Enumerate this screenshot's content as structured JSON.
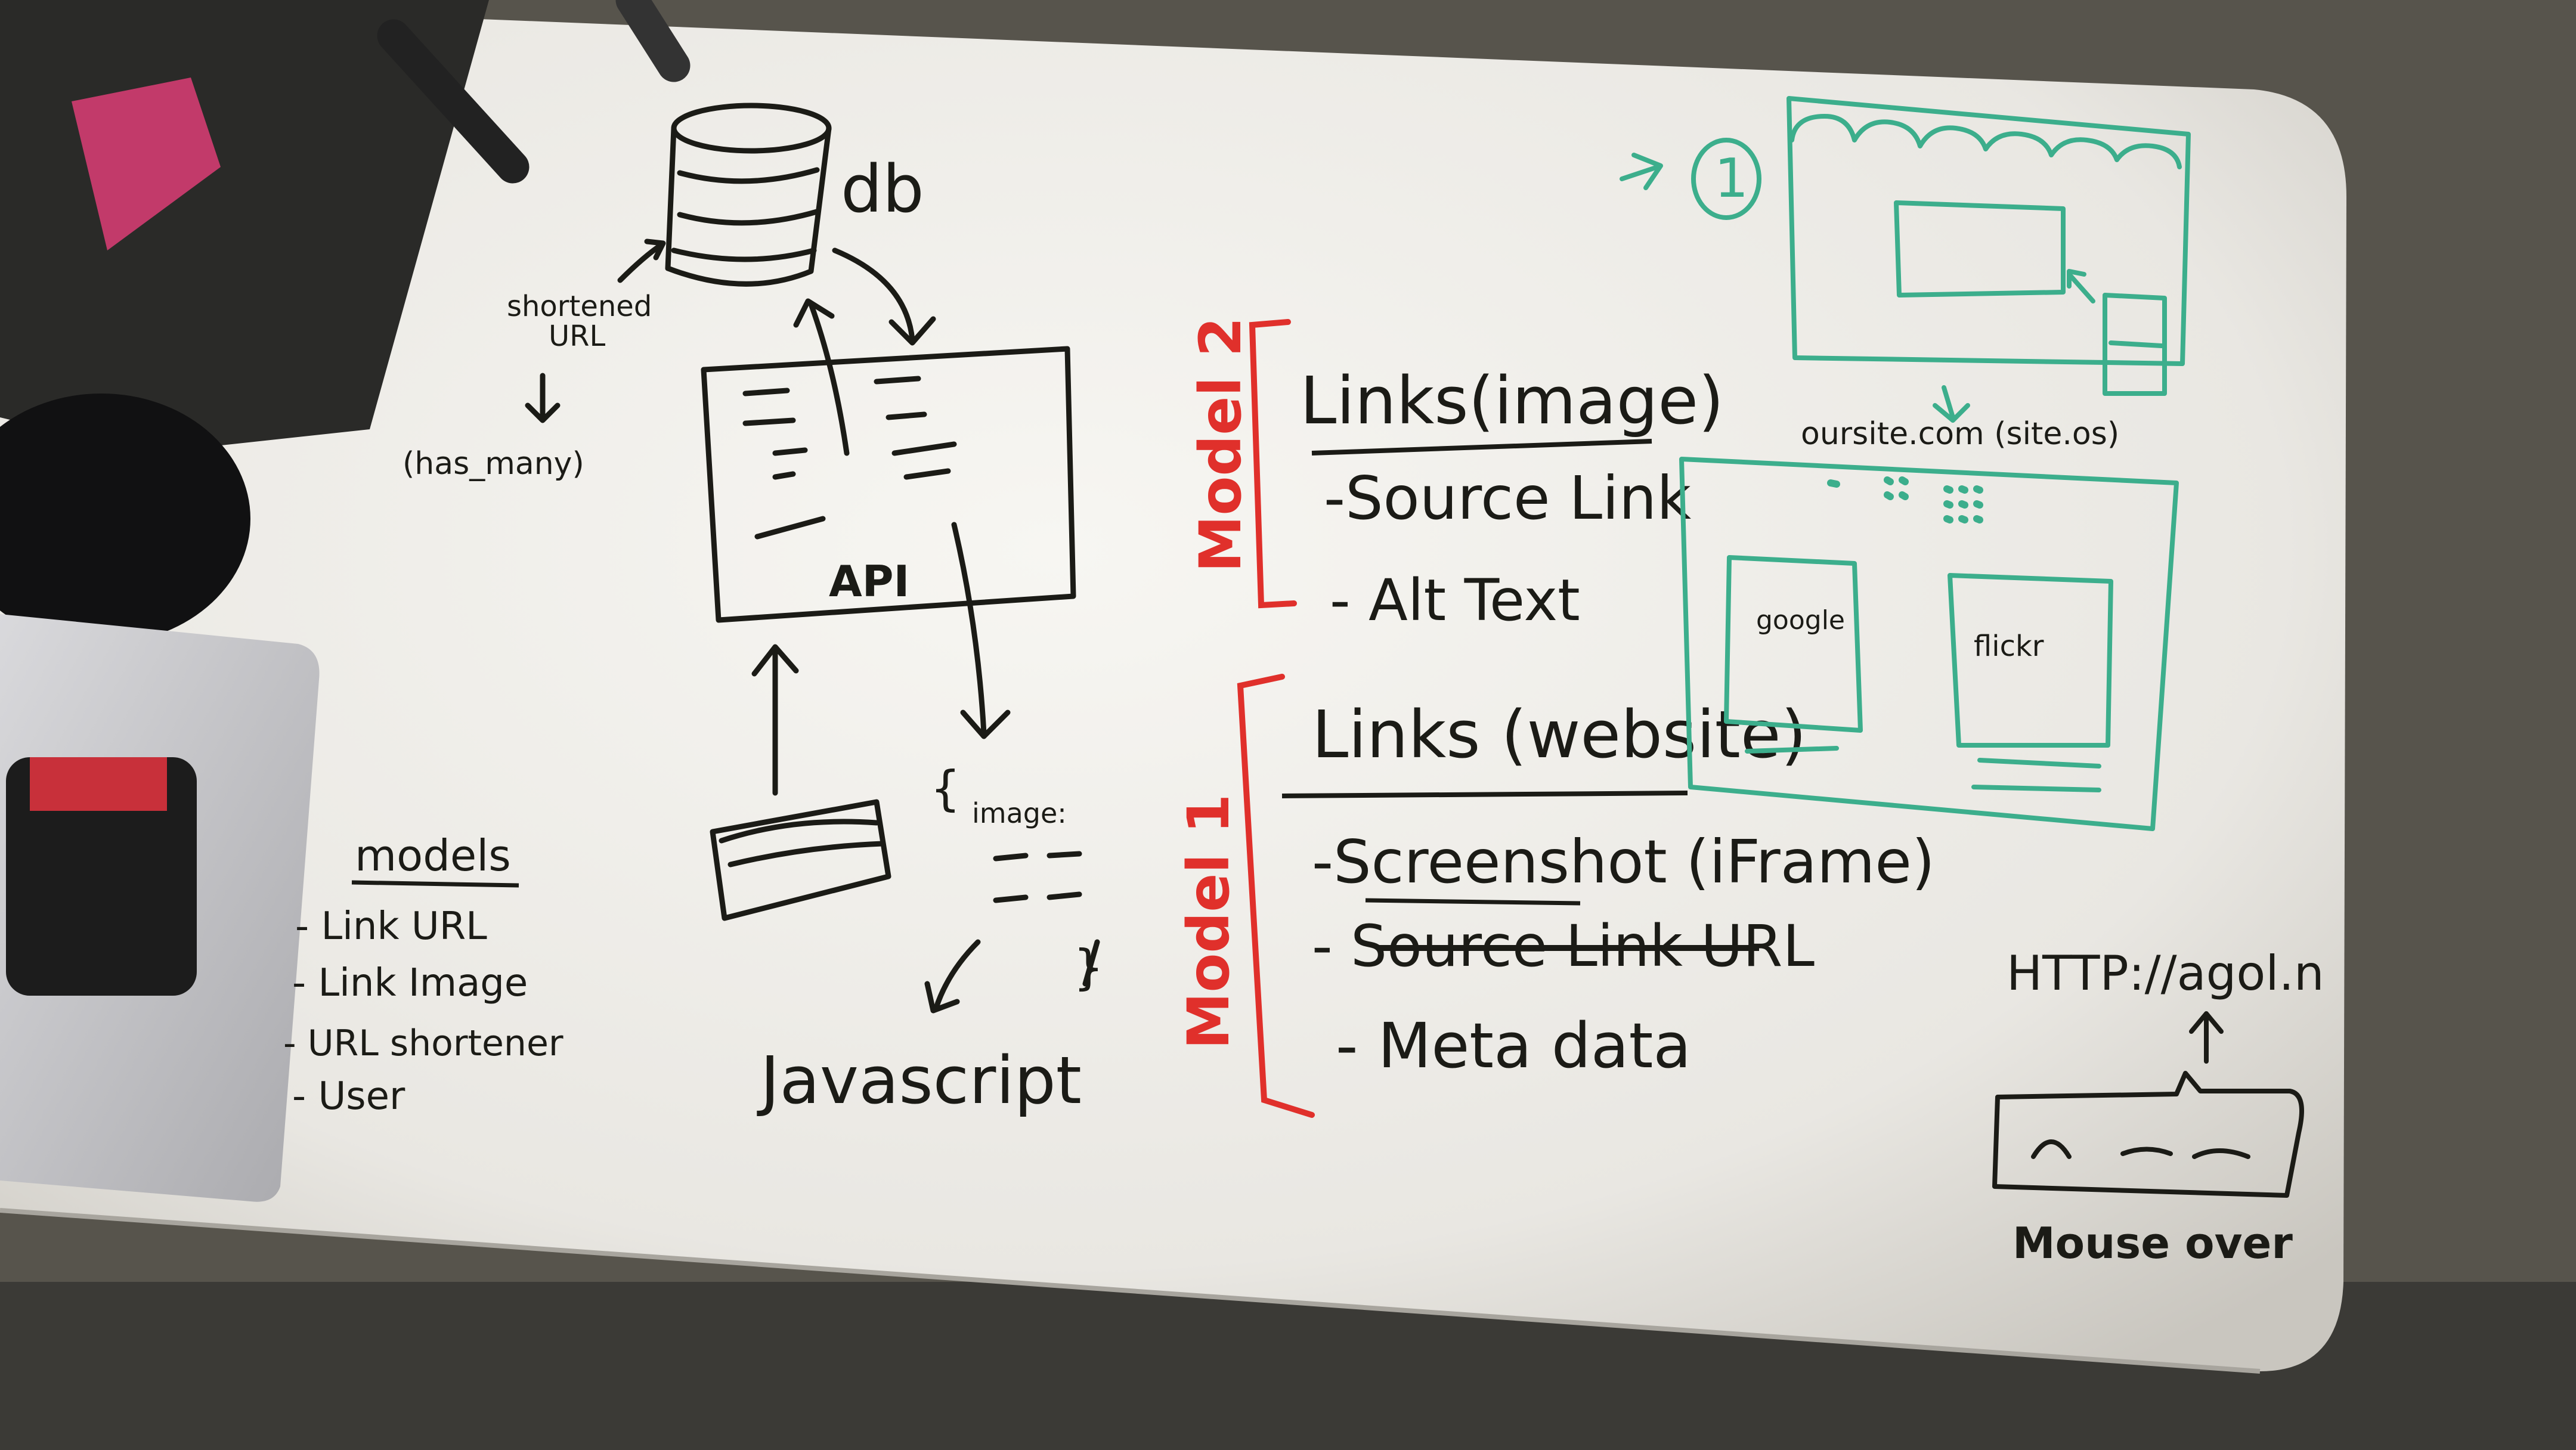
{
  "architecture": {
    "db_label": "db",
    "shortened_url_line1": "shortened",
    "shortened_url_line2": "URL",
    "has_many": "(has_many)",
    "api_label": "API",
    "image_brace_open": "{",
    "image_key": "image:",
    "brace_close": "}",
    "javascript_label": "Javascript"
  },
  "models_list": {
    "heading": "models",
    "items": [
      "- Link URL",
      "- Link Image",
      "- URL shortener",
      "- User"
    ]
  },
  "model2": {
    "label": "Model 2",
    "title": "Links(image)",
    "items": [
      "-Source Link",
      "- Alt Text"
    ]
  },
  "model1": {
    "label": "Model 1",
    "title": "Links (website)",
    "items": [
      "-Screenshot (iFrame)",
      "- Source Link URL",
      "- Meta data"
    ],
    "struck_text": "Source Link"
  },
  "wireframe": {
    "step_number": "1",
    "site_caption": "oursite.com (site.os)",
    "tile_left": "google",
    "tile_right": "flickr"
  },
  "mouseover": {
    "url_text": "HTTP://agol.n",
    "caption": "Mouse over"
  },
  "colors": {
    "marker_black": "#1b1b16",
    "marker_red": "#e0302b",
    "marker_teal": "#3cae8c",
    "board": "#f1efea",
    "floor": "#55524a"
  }
}
